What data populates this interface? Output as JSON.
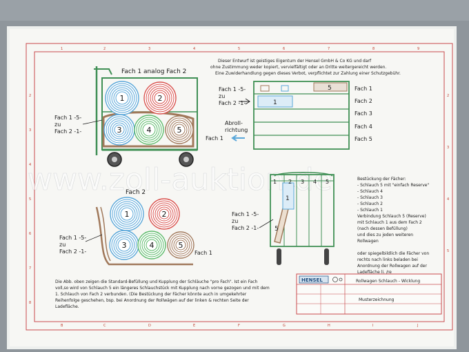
{
  "copyright": [
    "Dieser Entwurf ist geistiges Eigentum der Hensel GmbH & Co KG und darf",
    "ohne Zustimmung weder kopiert, vervielfältigt oder an Dritte weitergereicht werden.",
    "Eine Zuwiderhandlung gegen dieses Verbot, verpflichtet zur Zahlung einer Schutzgebühr."
  ],
  "cart1": {
    "title": "Fach 1 analog Fach 2",
    "side_label": [
      "Fach 1 -5-",
      "zu",
      "Fach 2 -1-"
    ],
    "right_label": "Fach 1",
    "arrow_label": [
      "Abroll-",
      "richtung"
    ],
    "coils": [
      "1",
      "2",
      "3",
      "4",
      "5"
    ]
  },
  "cart2": {
    "title": "Fach 2",
    "side_label": [
      "Fach 1 -5-",
      "zu",
      "Fach 2 -1-"
    ],
    "right_label": "Fach 1",
    "coils": [
      "1",
      "2",
      "3",
      "4",
      "5"
    ]
  },
  "topview": {
    "box_number": "5",
    "coil_number": "1",
    "rows": [
      "Fach 1",
      "Fach 2",
      "Fach 3",
      "Fach 4",
      "Fach 5"
    ]
  },
  "sideview": {
    "columns": [
      "1",
      "2",
      "3",
      "4",
      "5"
    ],
    "diagonal_label": "5",
    "coil_label": "1",
    "side_label": [
      "Fach 1 -5-",
      "zu",
      "Fach 2 -1-"
    ]
  },
  "legend": [
    "Bestückung der Fächer:",
    "- Schlauch 5 mit \"einfach Reserve\"",
    "- Schlauch 4",
    "- Schlauch 3",
    "- Schlauch 2",
    "- Schlauch 1",
    "Verbindung Schlauch 5 (Reserve)",
    "mit Schlauch 1 aus dem Fach 2",
    "(nach dessen Befüllung)",
    "und dies zu jeden weiteren",
    "Rollwagen",
    "",
    "oder spiegelbildlich die Fächer von",
    "rechts nach links beladen bei",
    "Anordnung der Rollwagen auf der",
    "Ladefläche li. /re"
  ],
  "bottom_text": [
    "Die Abb. oben zeigen die Standard-Befüllung und Kupplung der Schläuche \"pro Fach\". Ist ein Fach",
    "voll,so wird von Schlauch 5 ein längeres Schlauchstück mit Kupplung nach vorne gezogen und mit dem",
    "1. Schlauch von Fach 2 verbunden. (Die Bestückung der Fächer könnte auch in umgekehrter",
    "Reihenfolge geschehen, bsp. bei Anordnung der Rollwägen auf der linken & rechten Seite der",
    "Ladefläche."
  ],
  "titleblock": {
    "company": "HENSEL",
    "title": "Rollwagen Schlauch - Wicklung",
    "subtitle": "Musterzeichnung"
  },
  "frame_columns": [
    "B",
    "C",
    "D",
    "E",
    "F",
    "G",
    "H",
    "I",
    "J"
  ],
  "frame_rows_left": [
    "2",
    "3",
    "4",
    "5",
    "6",
    "7",
    "8"
  ],
  "frame_rows_right": [
    "2",
    "3",
    "4",
    "5"
  ],
  "frame_top_numbers": [
    "1",
    "2",
    "3",
    "4",
    "5",
    "6",
    "7",
    "8",
    "9"
  ],
  "watermark": "www.zoll-auktion.de",
  "colors": {
    "wall": "#8f969c",
    "paper": "#f6f6f3",
    "frame": "#c8494b",
    "cart": "#3f8f54",
    "coil_blue": "#5aa7d9",
    "coil_red": "#d9534f",
    "coil_green": "#5dbb6b",
    "coil_brown": "#a0785a"
  }
}
